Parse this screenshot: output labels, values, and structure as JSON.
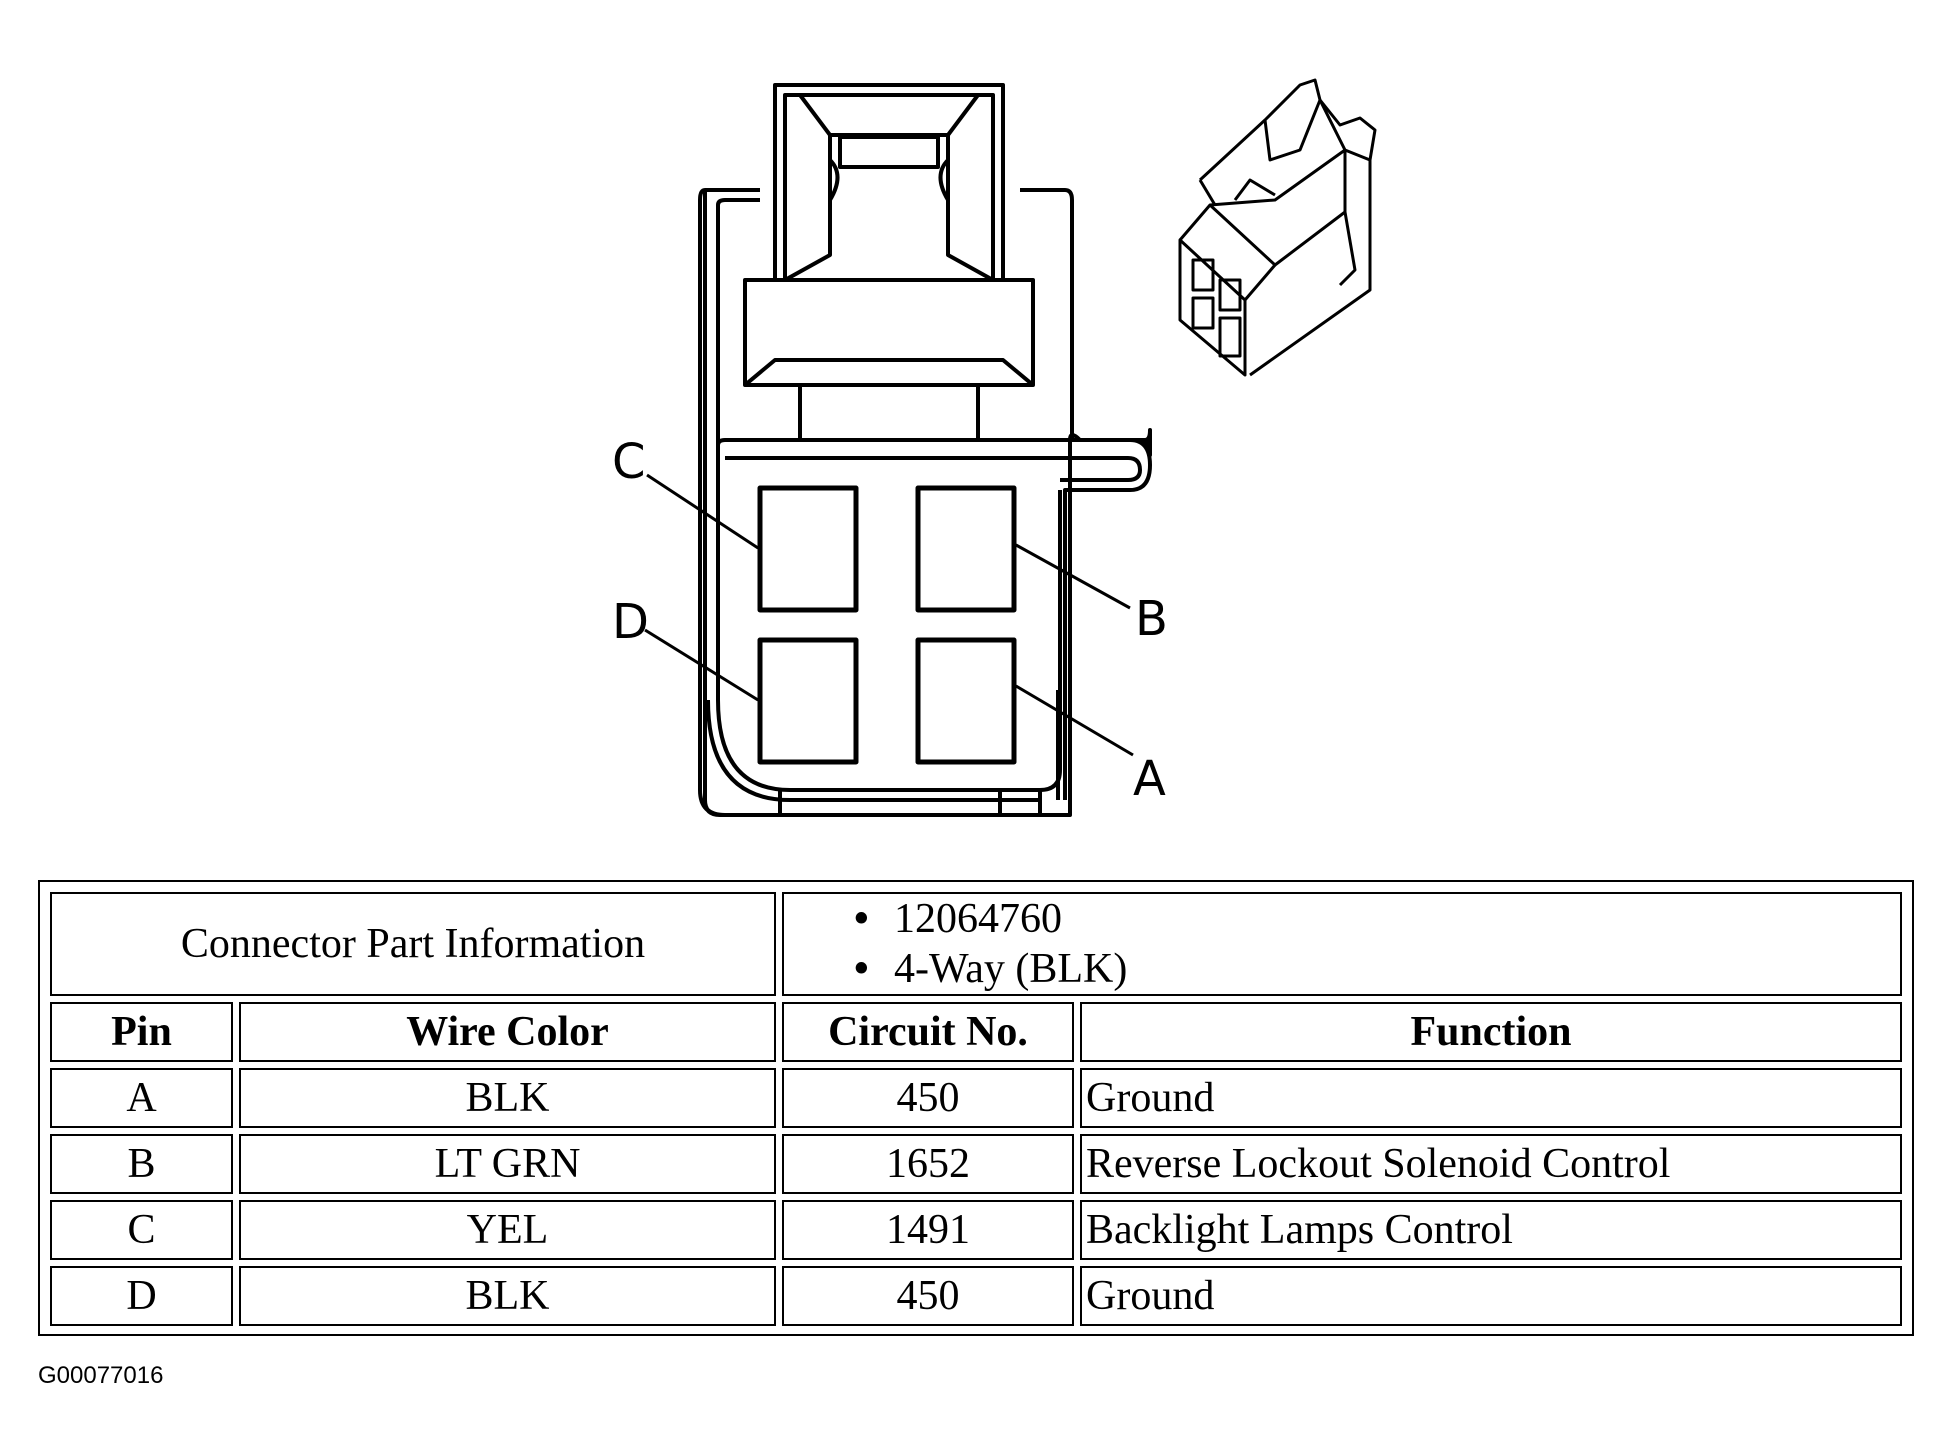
{
  "diagram": {
    "pin_labels": {
      "a": "A",
      "b": "B",
      "c": "C",
      "d": "D"
    }
  },
  "table": {
    "part_info_label": "Connector Part Information",
    "part_info_items": [
      "12064760",
      "4-Way (BLK)"
    ],
    "bullet": "•",
    "headers": {
      "pin": "Pin",
      "wire_color": "Wire Color",
      "circuit_no": "Circuit No.",
      "function": "Function"
    },
    "rows": [
      {
        "pin": "A",
        "wire_color": "BLK",
        "circuit_no": "450",
        "function": "Ground"
      },
      {
        "pin": "B",
        "wire_color": "LT GRN",
        "circuit_no": "1652",
        "function": "Reverse Lockout Solenoid Control"
      },
      {
        "pin": "C",
        "wire_color": "YEL",
        "circuit_no": "1491",
        "function": "Backlight Lamps Control"
      },
      {
        "pin": "D",
        "wire_color": "BLK",
        "circuit_no": "450",
        "function": "Ground"
      }
    ]
  },
  "figure_id": "G00077016"
}
